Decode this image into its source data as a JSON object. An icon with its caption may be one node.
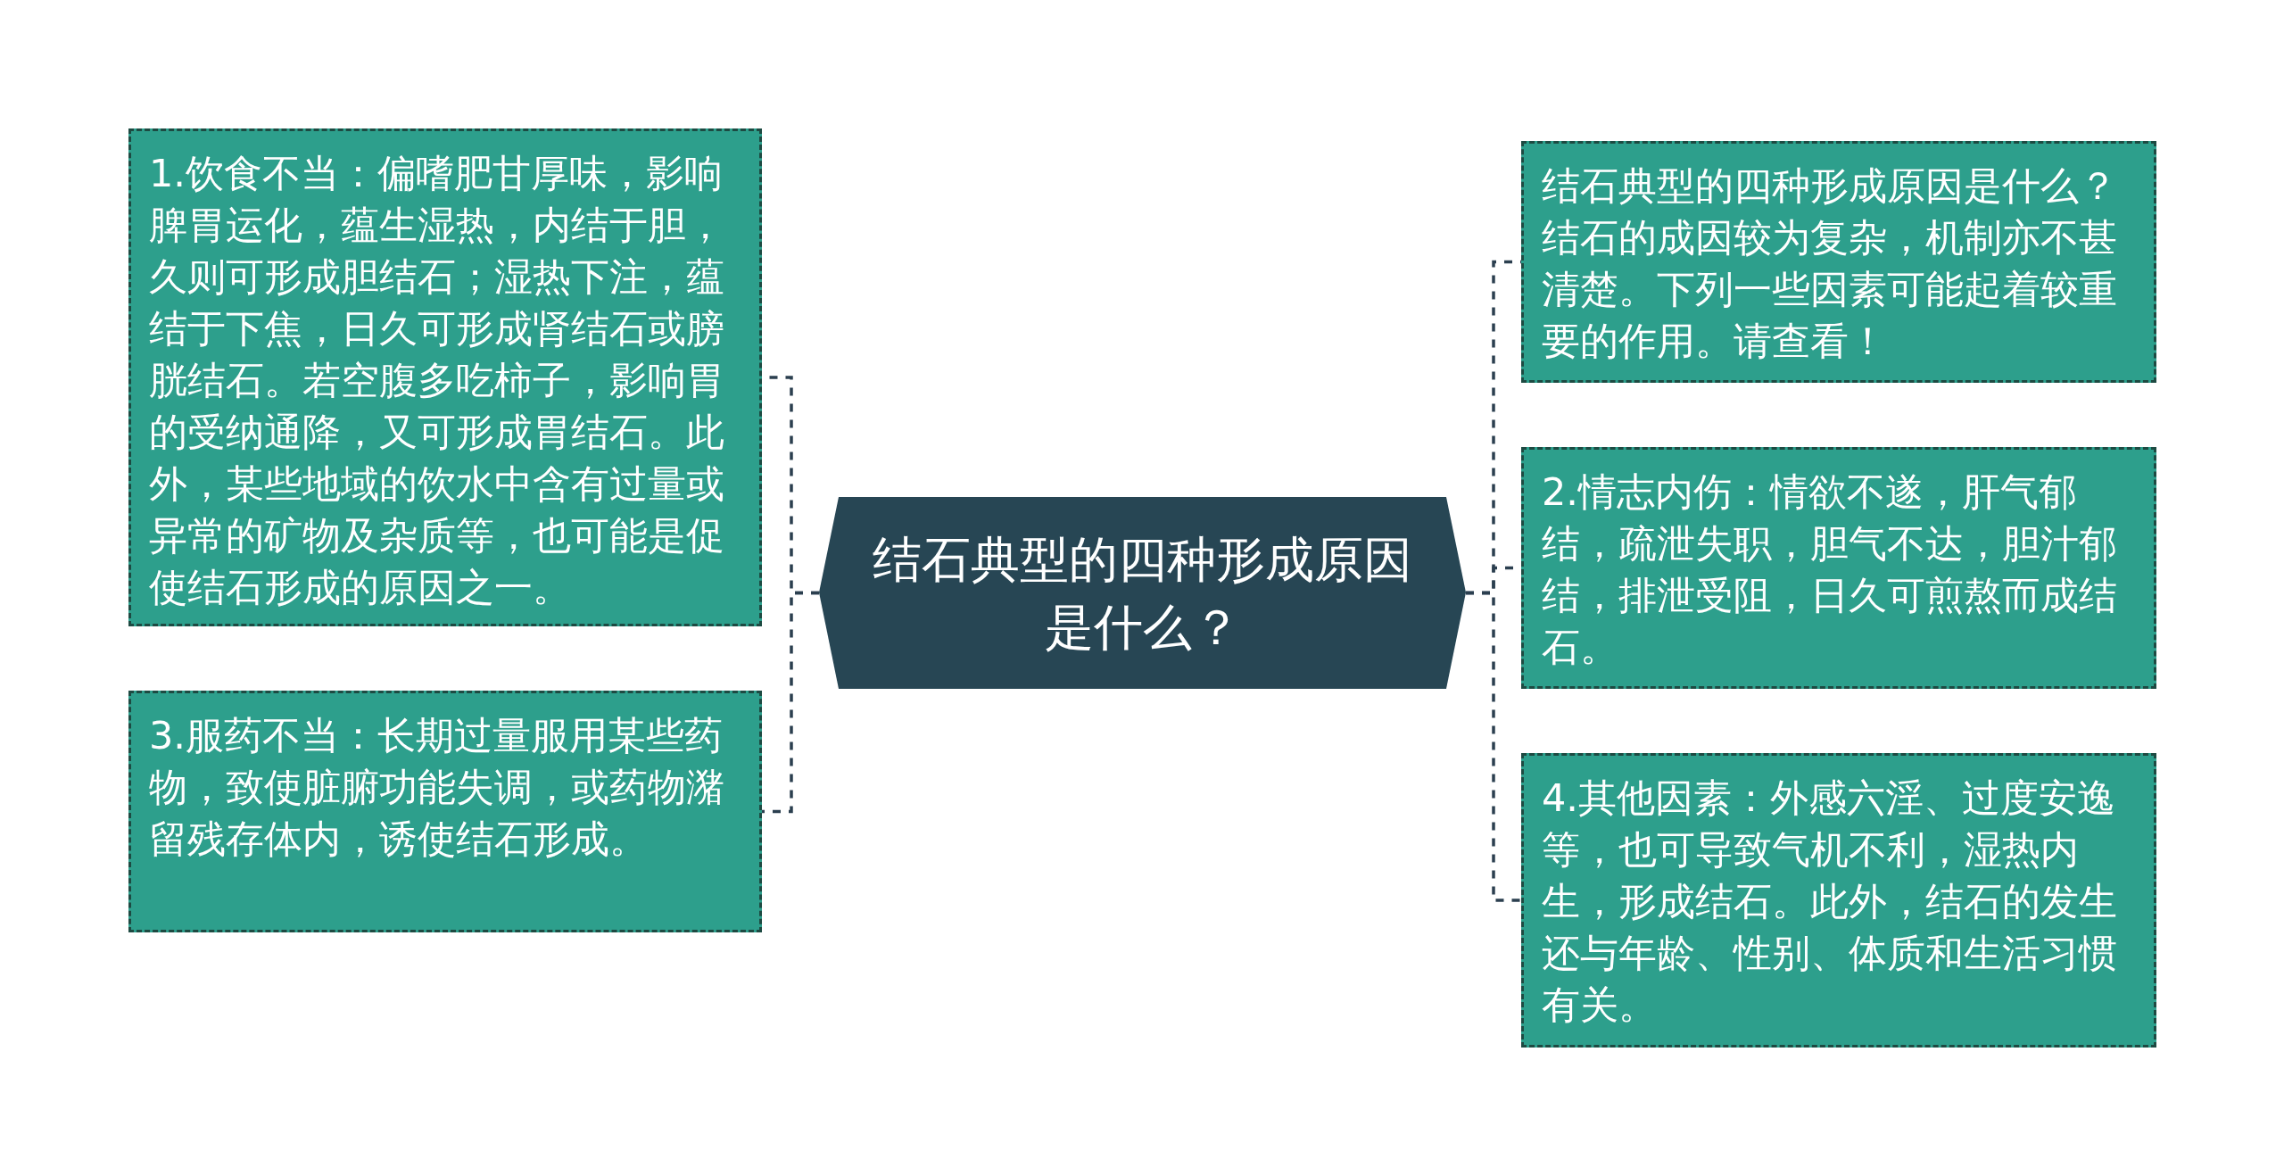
{
  "diagram": {
    "nodes": [
      {
        "text": [
          "结石典型的四种形成原因是什么？"
        ]
      },
      {
        "text": [
          "1.饮食不当：偏嗜肥甘厚味，影响脾胃运化，蕴生湿热，内结于胆，久则可形成胆结石；湿热下注，蕴结于下焦，日久可形成肾结石或膀胱结石。若空腹多吃柿子，影响胃的受纳通降，又可形成胃结石。此外，某些地域的饮水中含有过量或异常的矿物及杂质等，也可能是促使结石形成的原因之一。"
        ]
      },
      {
        "text": [
          "3.服药不当：长期过量服用某些药物，致使脏腑功能失调，或药物潴留残存体内，诱使结石形成。"
        ]
      },
      {
        "text": [
          "结石典型的四种形成原因是什么？结石的成因较为复杂，机制亦不甚清楚。下列一些因素可能起着较重要的作用。请查看！"
        ]
      },
      {
        "text": [
          "2.情志内伤：情欲不遂，肝气郁结，疏泄失职，胆气不达，胆汁郁结，排泄受阻，日久可煎熬而成结石。"
        ]
      },
      {
        "text": [
          "4.其他因素：外感六淫、过度安逸等，也可导致气机不利，湿热内生，形成结石。此外，结石的发生还与年龄、性别、体质和生活习惯有关。"
        ]
      }
    ],
    "edges": [
      {
        "from": 0,
        "to": 1,
        "arrow": "none",
        "style": "dashed"
      },
      {
        "from": 0,
        "to": 2,
        "arrow": "none",
        "style": "dashed"
      },
      {
        "from": 0,
        "to": 3,
        "arrow": "none",
        "style": "dashed"
      },
      {
        "from": 0,
        "to": 4,
        "arrow": "none",
        "style": "dashed"
      },
      {
        "from": 0,
        "to": 5,
        "arrow": "none",
        "style": "dashed"
      }
    ]
  }
}
